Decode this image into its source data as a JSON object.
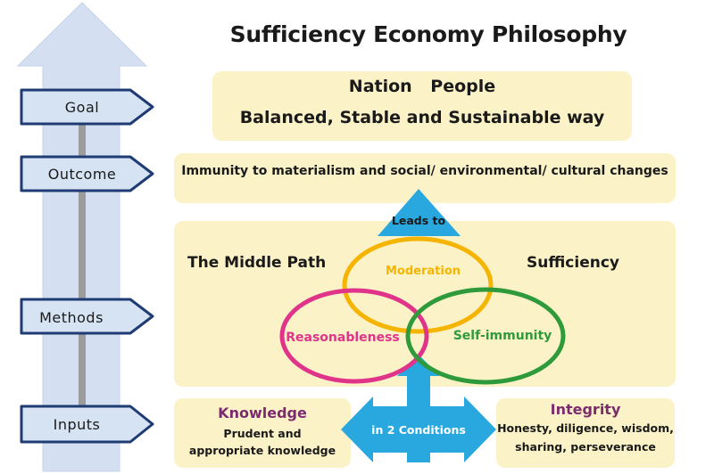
{
  "title": "Sufficiency Economy Philosophy",
  "stages": {
    "goal": "Goal",
    "outcome": "Outcome",
    "methods": "Methods",
    "inputs": "Inputs"
  },
  "goal": {
    "line1": "Nation People",
    "line2": "Balanced, Stable and Sustainable way"
  },
  "outcome": {
    "text": "Immunity to materialism and social/ environmental/ cultural changes"
  },
  "leads_to": "Leads to",
  "methods": {
    "middle_path": "The Middle Path",
    "sufficiency": "Sufficiency",
    "circles": {
      "moderation": "Moderation",
      "reasonableness": "Reasonableness",
      "self_immunity": "Self-immunity"
    }
  },
  "conditions": "in 2 Conditions",
  "knowledge": {
    "title": "Knowledge",
    "line1": "Prudent and",
    "line2": "appropriate knowledge"
  },
  "integrity": {
    "title": "Integrity",
    "line1": "Honesty, diligence, wisdom,",
    "line2": "sharing, perseverance"
  },
  "colors": {
    "moderation": "#f5b400",
    "reasonableness": "#e0338a",
    "self_immunity": "#2f9a3b",
    "accent_blue": "#29a7df",
    "panel": "#fbf3c7",
    "stage_box": "#d6e3f3",
    "stage_border": "#1f3b73"
  }
}
